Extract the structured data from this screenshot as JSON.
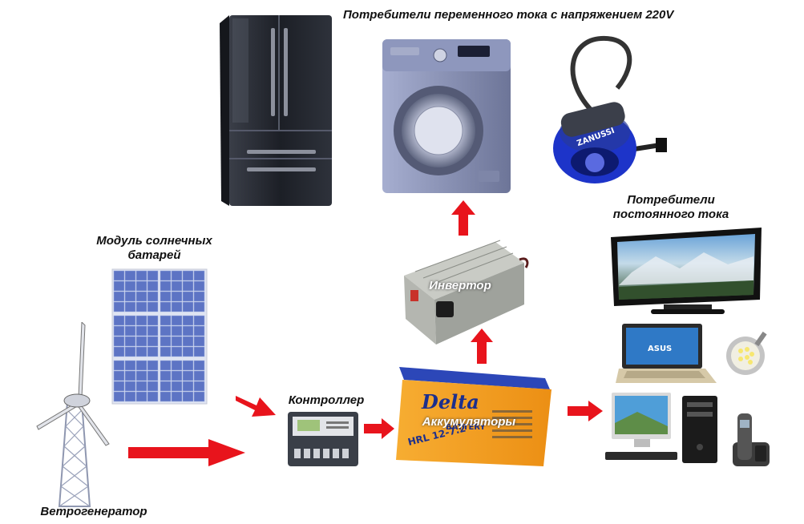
{
  "labels": {
    "ac_consumers": "Потребители переменного тока  с напряжением 220V",
    "dc_consumers_line1": "Потребители",
    "dc_consumers_line2": "постоянного тока",
    "solar_line1": "Модуль солнечных",
    "solar_line2": "батарей",
    "inverter": "Инвертор",
    "controller": "Контроллер",
    "battery": "Аккумуляторы",
    "wind": "Ветрогенератор"
  },
  "product_text": {
    "vacuum_brand": "ZANUSSI",
    "battery_brand": "Delta",
    "battery_sub": "BATTERY",
    "battery_model": "HRL 12-7.2",
    "laptop_brand": "ASUS"
  },
  "colors": {
    "arrow_red": "#e8141c",
    "battery_orange": "#f5a123",
    "battery_lid": "#2c47b8",
    "fridge_dark": "#22252c",
    "washer_blue": "#7d86ad",
    "vacuum_blue": "#1d34c9"
  },
  "icons": [
    "fridge-icon",
    "washing-machine-icon",
    "vacuum-cleaner-icon",
    "tv-icon",
    "laptop-icon",
    "led-bulb-icon",
    "desktop-pc-icon",
    "phone-icon",
    "solar-panel-icon",
    "wind-turbine-icon",
    "charge-controller-icon",
    "battery-icon",
    "inverter-icon"
  ]
}
